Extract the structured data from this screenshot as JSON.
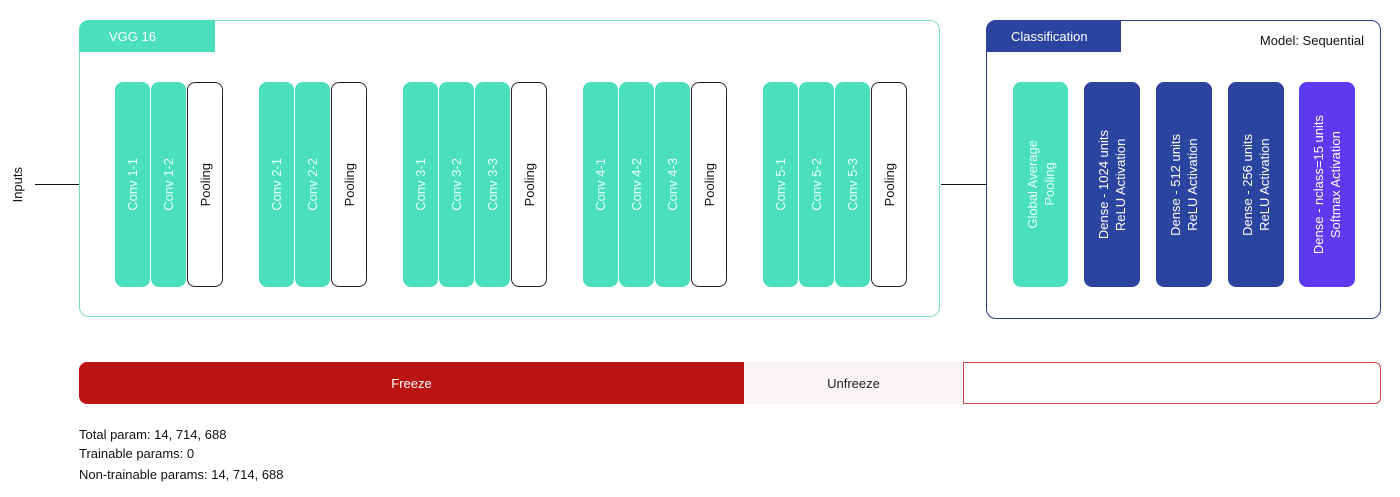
{
  "input_label": "Inputs",
  "vgg": {
    "title": "VGG 16",
    "blocks": [
      {
        "convs": [
          "Conv 1-1",
          "Conv 1-2"
        ],
        "pool": "Pooling"
      },
      {
        "convs": [
          "Conv 2-1",
          "Conv 2-2"
        ],
        "pool": "Pooling"
      },
      {
        "convs": [
          "Conv 3-1",
          "Conv 3-2",
          "Conv 3-3"
        ],
        "pool": "Pooling"
      },
      {
        "convs": [
          "Conv 4-1",
          "Conv 4-2",
          "Conv 4-3"
        ],
        "pool": "Pooling"
      },
      {
        "convs": [
          "Conv 5-1",
          "Conv 5-2",
          "Conv 5-3"
        ],
        "pool": "Pooling"
      }
    ]
  },
  "classification": {
    "title": "Classification",
    "model": "Model: Sequential",
    "layers": [
      {
        "label": "Global Average\nPooling",
        "kind": "gap"
      },
      {
        "label": "Dense - 1024 units\nReLU Activation",
        "kind": "dense"
      },
      {
        "label": "Dense - 512 units\nReLU Activation",
        "kind": "dense"
      },
      {
        "label": "Dense - 256 units\nReLU Activation",
        "kind": "dense"
      },
      {
        "label": "Dense - nclass=15 units\nSoftmax Activation",
        "kind": "soft"
      }
    ]
  },
  "bar": {
    "freeze": "Freeze",
    "unfreeze": "Unfreeze"
  },
  "stats": [
    "Total param: 14, 714, 688",
    "Trainable params: 0",
    "Non-trainable params: 14, 714, 688"
  ],
  "colors": {
    "teal": "#4ae0bd",
    "navy": "#2b44a0",
    "purple": "#5b3af0",
    "red": "#bb1212"
  }
}
